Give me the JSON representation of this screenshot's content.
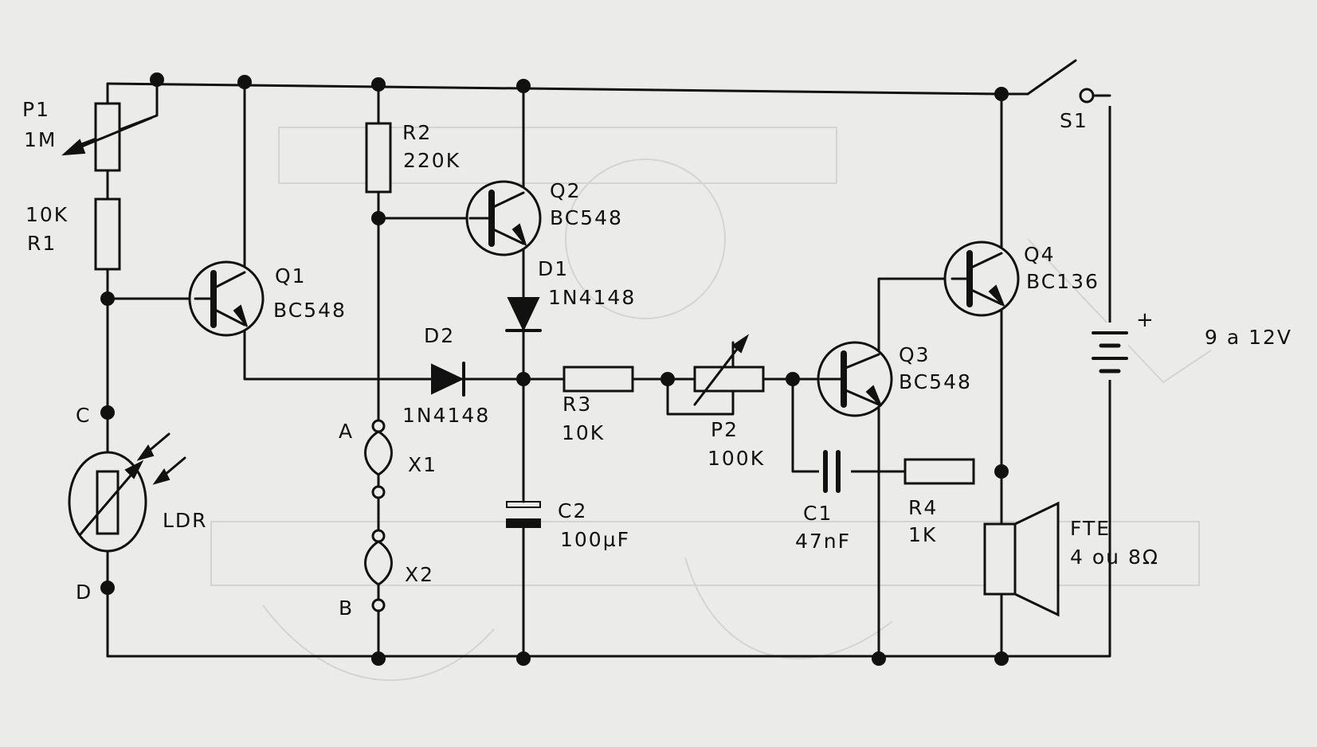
{
  "components": {
    "p1": {
      "ref": "P1",
      "value": "1M"
    },
    "r1": {
      "ref": "R1",
      "value": "10K"
    },
    "q1": {
      "ref": "Q1",
      "type": "BC548"
    },
    "r2": {
      "ref": "R2",
      "value": "220K"
    },
    "q2": {
      "ref": "Q2",
      "type": "BC548"
    },
    "d1": {
      "ref": "D1",
      "type": "1N4148"
    },
    "d2": {
      "ref": "D2",
      "type": "1N4148"
    },
    "r3": {
      "ref": "R3",
      "value": "10K"
    },
    "p2": {
      "ref": "P2",
      "value": "100K"
    },
    "c2": {
      "ref": "C2",
      "value": "100µF"
    },
    "q3": {
      "ref": "Q3",
      "type": "BC548"
    },
    "q4": {
      "ref": "Q4",
      "type": "BC136"
    },
    "c1": {
      "ref": "C1",
      "value": "47nF"
    },
    "r4": {
      "ref": "R4",
      "value": "1K"
    },
    "s1": {
      "ref": "S1"
    },
    "battery": {
      "polarity": "+",
      "voltage": "9 a 12V"
    },
    "speaker": {
      "ref": "FTE",
      "impedance": "4 ou 8Ω"
    },
    "ldr": {
      "ref": "LDR"
    },
    "x1": {
      "ref": "X1"
    },
    "x2": {
      "ref": "X2"
    }
  },
  "terminals": {
    "a": "A",
    "b": "B",
    "c": "C",
    "d": "D"
  },
  "colors": {
    "ink": "#111111",
    "paper": "#ebebe9"
  }
}
